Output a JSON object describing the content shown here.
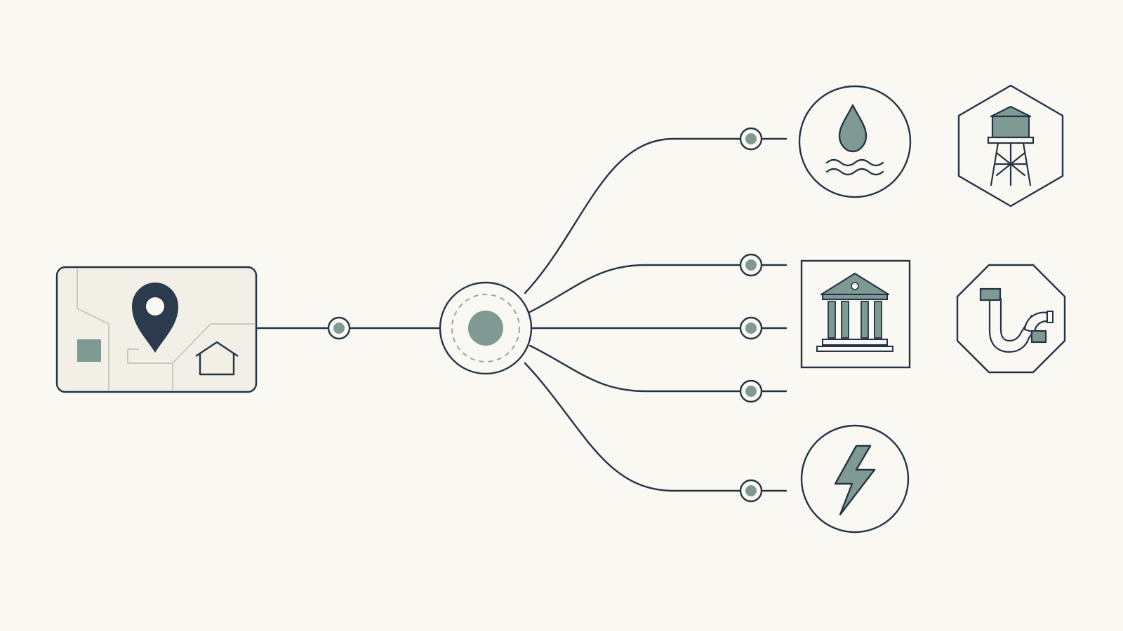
{
  "diagram": {
    "kind": "location-to-utility-services",
    "nodes": [
      {
        "id": "location-map-card",
        "icon": "map-pin-icon",
        "secondary_icon": "house-icon"
      },
      {
        "id": "connector-left",
        "icon": "connector-dot-icon"
      },
      {
        "id": "central-hub",
        "icon": "hub-circle-icon"
      },
      {
        "id": "water-source",
        "icon": "water-drop-waves-icon"
      },
      {
        "id": "water-tower",
        "icon": "water-tower-icon"
      },
      {
        "id": "government-building",
        "icon": "bank-building-icon"
      },
      {
        "id": "sewer-pipe",
        "icon": "pipe-icon"
      },
      {
        "id": "electricity",
        "icon": "lightning-bolt-icon"
      }
    ],
    "branch_count": 5,
    "edges": [
      {
        "from": "location-map-card",
        "to": "central-hub"
      },
      {
        "from": "central-hub",
        "to": "water-source"
      },
      {
        "from": "central-hub",
        "to": "government-building"
      },
      {
        "from": "central-hub",
        "to": "branch-middle"
      },
      {
        "from": "central-hub",
        "to": "branch-lower"
      },
      {
        "from": "central-hub",
        "to": "electricity"
      }
    ]
  },
  "colors": {
    "background": "#faf8f2",
    "ink": "#243447",
    "accent": "#7f9a92",
    "card_fill": "#f1efe6",
    "light_line": "#c9cac4"
  }
}
